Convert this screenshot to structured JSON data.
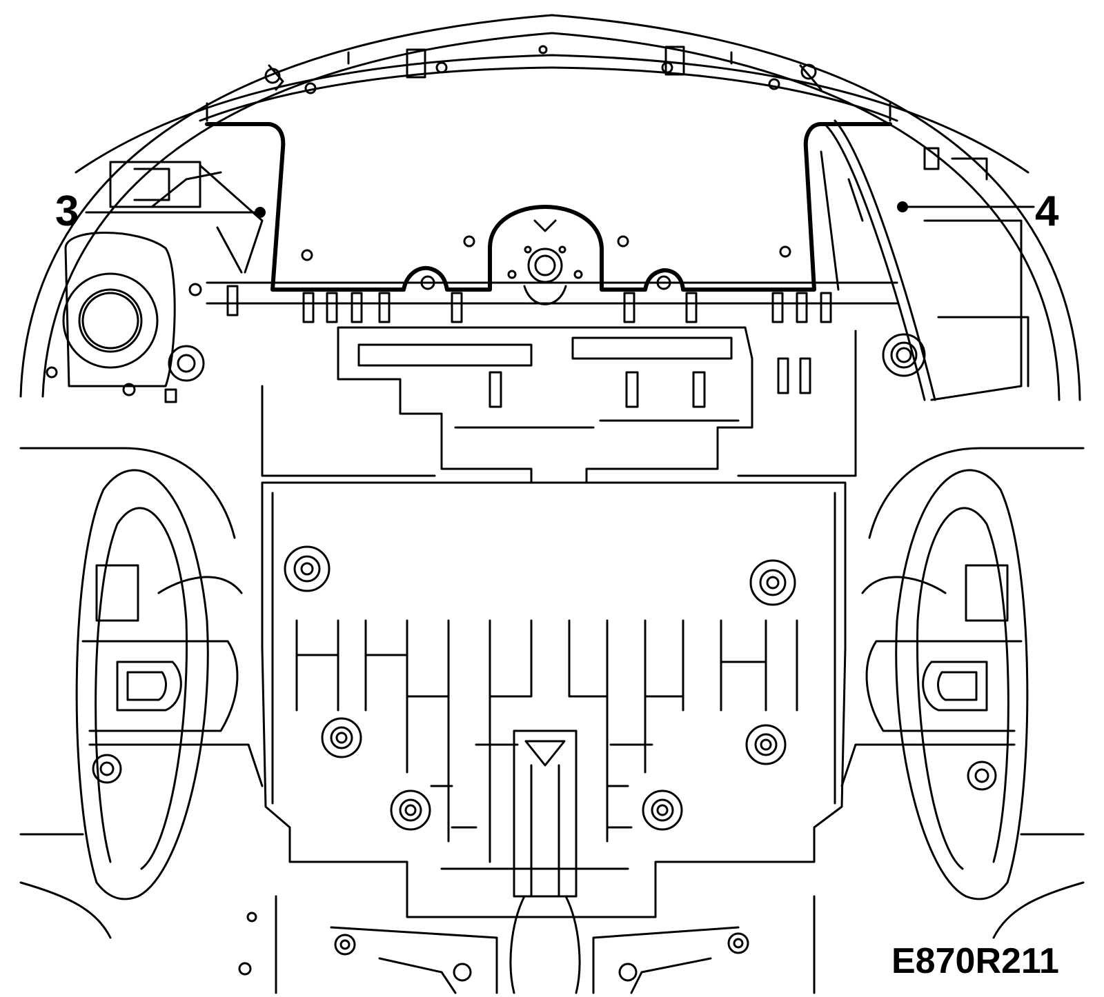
{
  "diagram": {
    "callouts": [
      {
        "id": "3",
        "label": "3"
      },
      {
        "id": "4",
        "label": "4"
      }
    ],
    "figure_code": "E870R211",
    "colors": {
      "line": "#000000",
      "background": "#ffffff"
    }
  }
}
